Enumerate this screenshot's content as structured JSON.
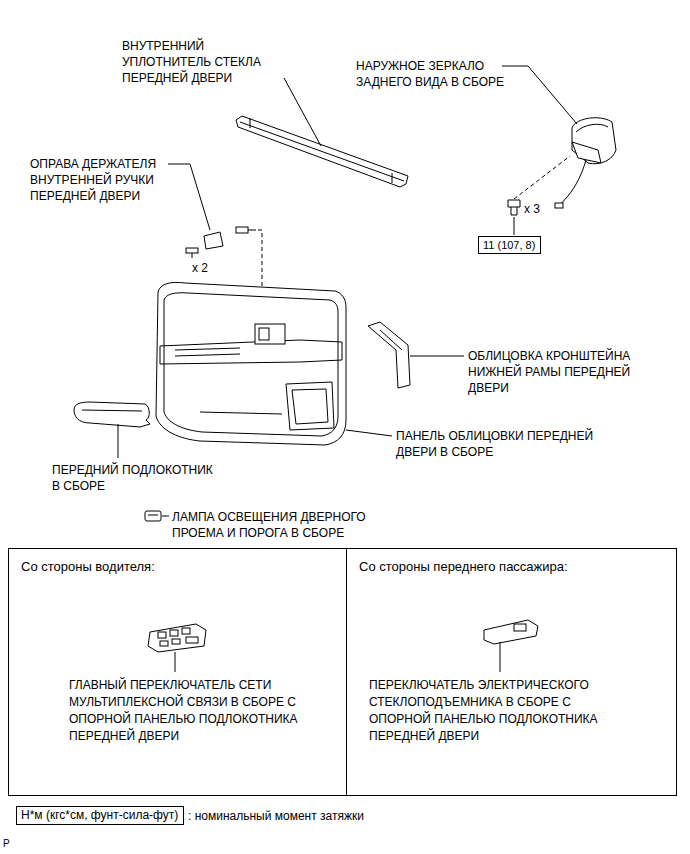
{
  "diagram": {
    "nodes": [
      {
        "text": [
          "11 (107, 8)"
        ]
      },
      {
        "text": [
          "Со стороны водителя:",
          "ГЛАВНЫЙ ПЕРЕКЛЮЧАТЕЛЬ СЕТИ МУЛЬТИПЛЕКСНОЙ СВЯЗИ В СБОРЕ С ОПОРНОЙ ПАНЕЛЬЮ ПОДЛОКОТНИКА ПЕРЕДНЕЙ ДВЕРИ"
        ]
      },
      {
        "text": [
          "Со стороны переднего пассажира:",
          "ПЕРЕКЛЮЧАТЕЛЬ ЭЛЕКТРИЧЕСКОГО СТЕКЛОПОДЪЕМНИКА В СБОРЕ С ОПОРНОЙ ПАНЕЛЬЮ ПОДЛОКОТНИКА ПЕРЕДНЕЙ ДВЕРИ"
        ]
      },
      {
        "text": [
          "Н*м (кгс*см, фунт-сила-фут)"
        ]
      }
    ],
    "labels": [
      "ВНУТРЕННИЙ УПЛОТНИТЕЛЬ СТЕКЛА ПЕРЕДНЕЙ ДВЕРИ",
      "НАРУЖНОЕ ЗЕРКАЛО ЗАДНЕГО ВИДА В СБОРЕ",
      "ОПРАВА ДЕРЖАТЕЛЯ ВНУТРЕННЕЙ РУЧКИ ПЕРЕДНЕЙ ДВЕРИ",
      "x 3",
      "x 2",
      "ОБЛИЦОВКА КРОНШТЕЙНА НИЖНЕЙ РАМЫ ПЕРЕДНЕЙ ДВЕРИ",
      "ПАНЕЛЬ ОБЛИЦОВКИ ПЕРЕДНЕЙ ДВЕРИ В СБОРЕ",
      "ПЕРЕДНИЙ ПОДЛОКОТНИК В СБОРЕ",
      "ЛАМПА ОСВЕЩЕНИЯ ДВЕРНОГО ПРОЕМА И ПОРОГА В СБОРЕ",
      ": номинальный момент затяжки",
      "P"
    ]
  }
}
